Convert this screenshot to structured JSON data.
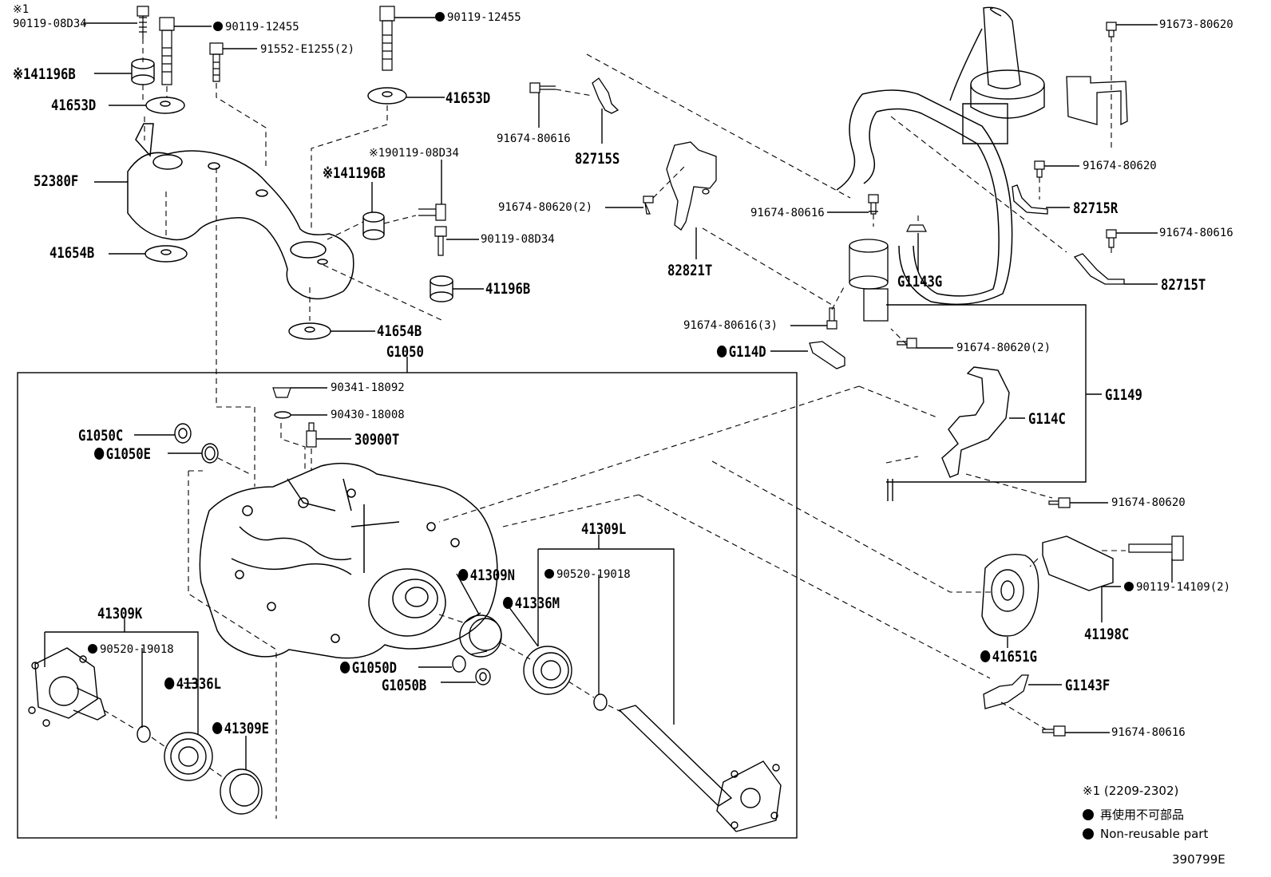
{
  "labels": {
    "l_90119_08D34_note": "※1",
    "l_90119_08D34_a": "90119-08D34",
    "l_90119_12455_a": "90119-12455",
    "l_90119_12455_b": "90119-12455",
    "l_91552": "91552-E1255(2)",
    "l_41196B_a": "※141196B",
    "l_41653D_a": "41653D",
    "l_41653D_b": "41653D",
    "l_52380F": "52380F",
    "l_41654B_a": "41654B",
    "l_41654B_b": "41654B",
    "l_90119_08D34_b": "※190119-08D34",
    "l_41196B_b": "※141196B",
    "l_90119_08D34_c": "90119-08D34",
    "l_41196B_c": "41196B",
    "l_G1050": "G1050",
    "l_91674_80616_a": "91674-80616",
    "l_82715S": "82715S",
    "l_91674_80620_2a": "91674-80620(2)",
    "l_82821T": "82821T",
    "l_91673_80620": "91673-80620",
    "l_91674_80620_a": "91674-80620",
    "l_91674_80616_b": "91674-80616",
    "l_82715R": "82715R",
    "l_91674_80616_c": "91674-80616",
    "l_82715T": "82715T",
    "l_G1143G": "G1143G",
    "l_91674_80616_3": "91674-80616(3)",
    "l_G114D": "G114D",
    "l_91674_80620_2b": "91674-80620(2)",
    "l_G1149": "G1149",
    "l_G114C": "G114C",
    "l_91674_80620_b": "91674-80620",
    "l_90341": "90341-18092",
    "l_90430": "90430-18008",
    "l_30900T": "30900T",
    "l_G1050C": "G1050C",
    "l_G1050E": "G1050E",
    "l_41309L": "41309L",
    "l_41309N": "41309N",
    "l_90520_a": "90520-19018",
    "l_41336M": "41336M",
    "l_41309K": "41309K",
    "l_90520_b": "90520-19018",
    "l_41336L": "41336L",
    "l_41309E": "41309E",
    "l_G1050D": "G1050D",
    "l_G1050B": "G1050B",
    "l_90119_14109": "90119-14109(2)",
    "l_41198C": "41198C",
    "l_41651G": "41651G",
    "l_G1143F": "G1143F",
    "l_91674_80616_d": "91674-80616"
  },
  "legend": {
    "note": "※1 (2209-2302)",
    "jp": "再使用不可部品",
    "en": "Non-reusable part"
  },
  "illustration_id": "390799E",
  "colors": {
    "line": "#000000",
    "background": "#ffffff"
  }
}
